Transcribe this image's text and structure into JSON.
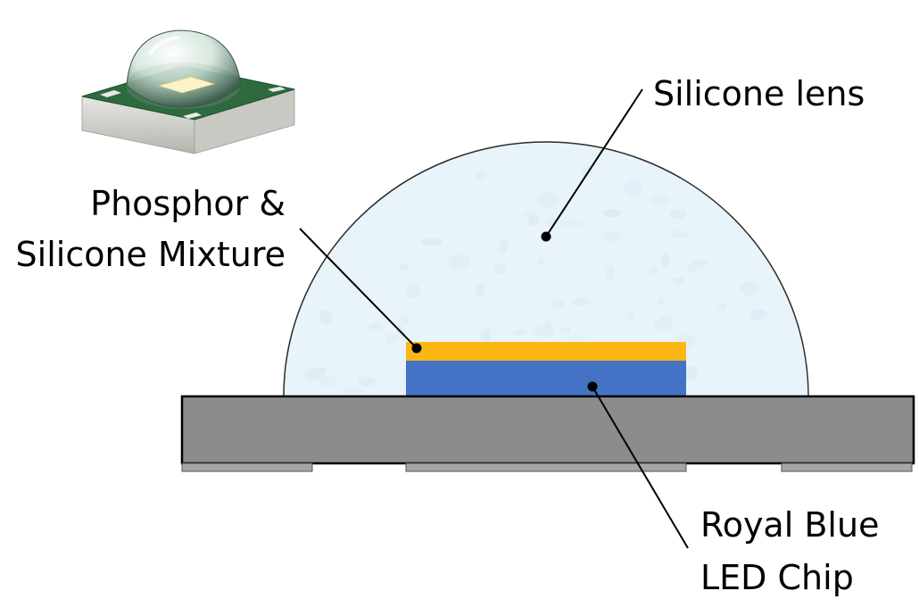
{
  "labels": {
    "silicone_lens": "Silicone lens",
    "phosphor_line1": "Phosphor &",
    "phosphor_line2": "Silicone Mixture",
    "chip_line1": "Royal Blue",
    "chip_line2": "LED Chip"
  },
  "colors": {
    "lens_fill": "#e8f4fa",
    "lens_speckle": "#d6e9f2",
    "phosphor": "#fbb714",
    "led_chip": "#4472c4",
    "substrate": "#8c8c8c",
    "pad": "#a6a6a6",
    "package_pcb": "#2d6b3f",
    "package_ceramic": "#d7d7d2",
    "die": "#fbf3c9"
  },
  "icons": {
    "package_photo": "led-package-icon"
  }
}
